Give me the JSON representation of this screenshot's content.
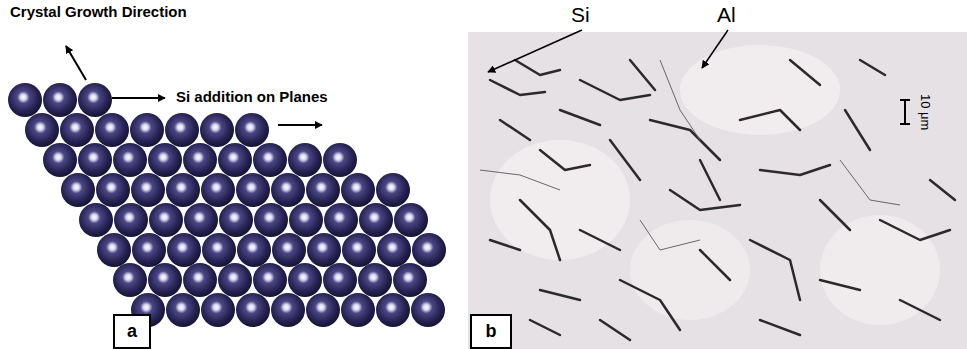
{
  "diagram": {
    "nodes": [
      {
        "text": [
          "a"
        ]
      },
      {
        "text": [
          "b"
        ]
      }
    ],
    "labels": [
      "Crystal Growth Direction",
      "Si addition on Planes",
      "Si",
      "Al",
      "10 μm"
    ]
  }
}
